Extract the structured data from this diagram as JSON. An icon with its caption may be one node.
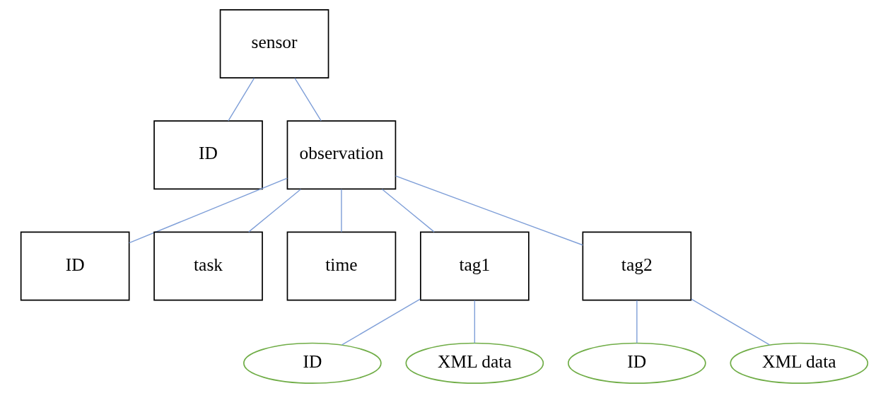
{
  "diagram": {
    "nodes": [
      {
        "text": [
          "sensor"
        ]
      },
      {
        "text": [
          "ID"
        ]
      },
      {
        "text": [
          "observation"
        ]
      },
      {
        "text": [
          "ID"
        ]
      },
      {
        "text": [
          "task"
        ]
      },
      {
        "text": [
          "time"
        ]
      },
      {
        "text": [
          "tag1"
        ]
      },
      {
        "text": [
          "tag2"
        ]
      },
      {
        "text": [
          "ID"
        ]
      },
      {
        "text": [
          "XML data"
        ]
      },
      {
        "text": [
          "ID"
        ]
      },
      {
        "text": [
          "XML data"
        ]
      }
    ],
    "edges": [
      {
        "from": 0,
        "to": 1,
        "arrow": "none"
      },
      {
        "from": 0,
        "to": 2,
        "arrow": "none"
      },
      {
        "from": 2,
        "to": 3,
        "arrow": "none"
      },
      {
        "from": 2,
        "to": 4,
        "arrow": "none"
      },
      {
        "from": 2,
        "to": 5,
        "arrow": "none"
      },
      {
        "from": 2,
        "to": 6,
        "arrow": "none"
      },
      {
        "from": 2,
        "to": 7,
        "arrow": "none"
      },
      {
        "from": 6,
        "to": 8,
        "arrow": "none"
      },
      {
        "from": 6,
        "to": 9,
        "arrow": "none"
      },
      {
        "from": 7,
        "to": 10,
        "arrow": "none"
      },
      {
        "from": 7,
        "to": 11,
        "arrow": "none"
      }
    ]
  }
}
